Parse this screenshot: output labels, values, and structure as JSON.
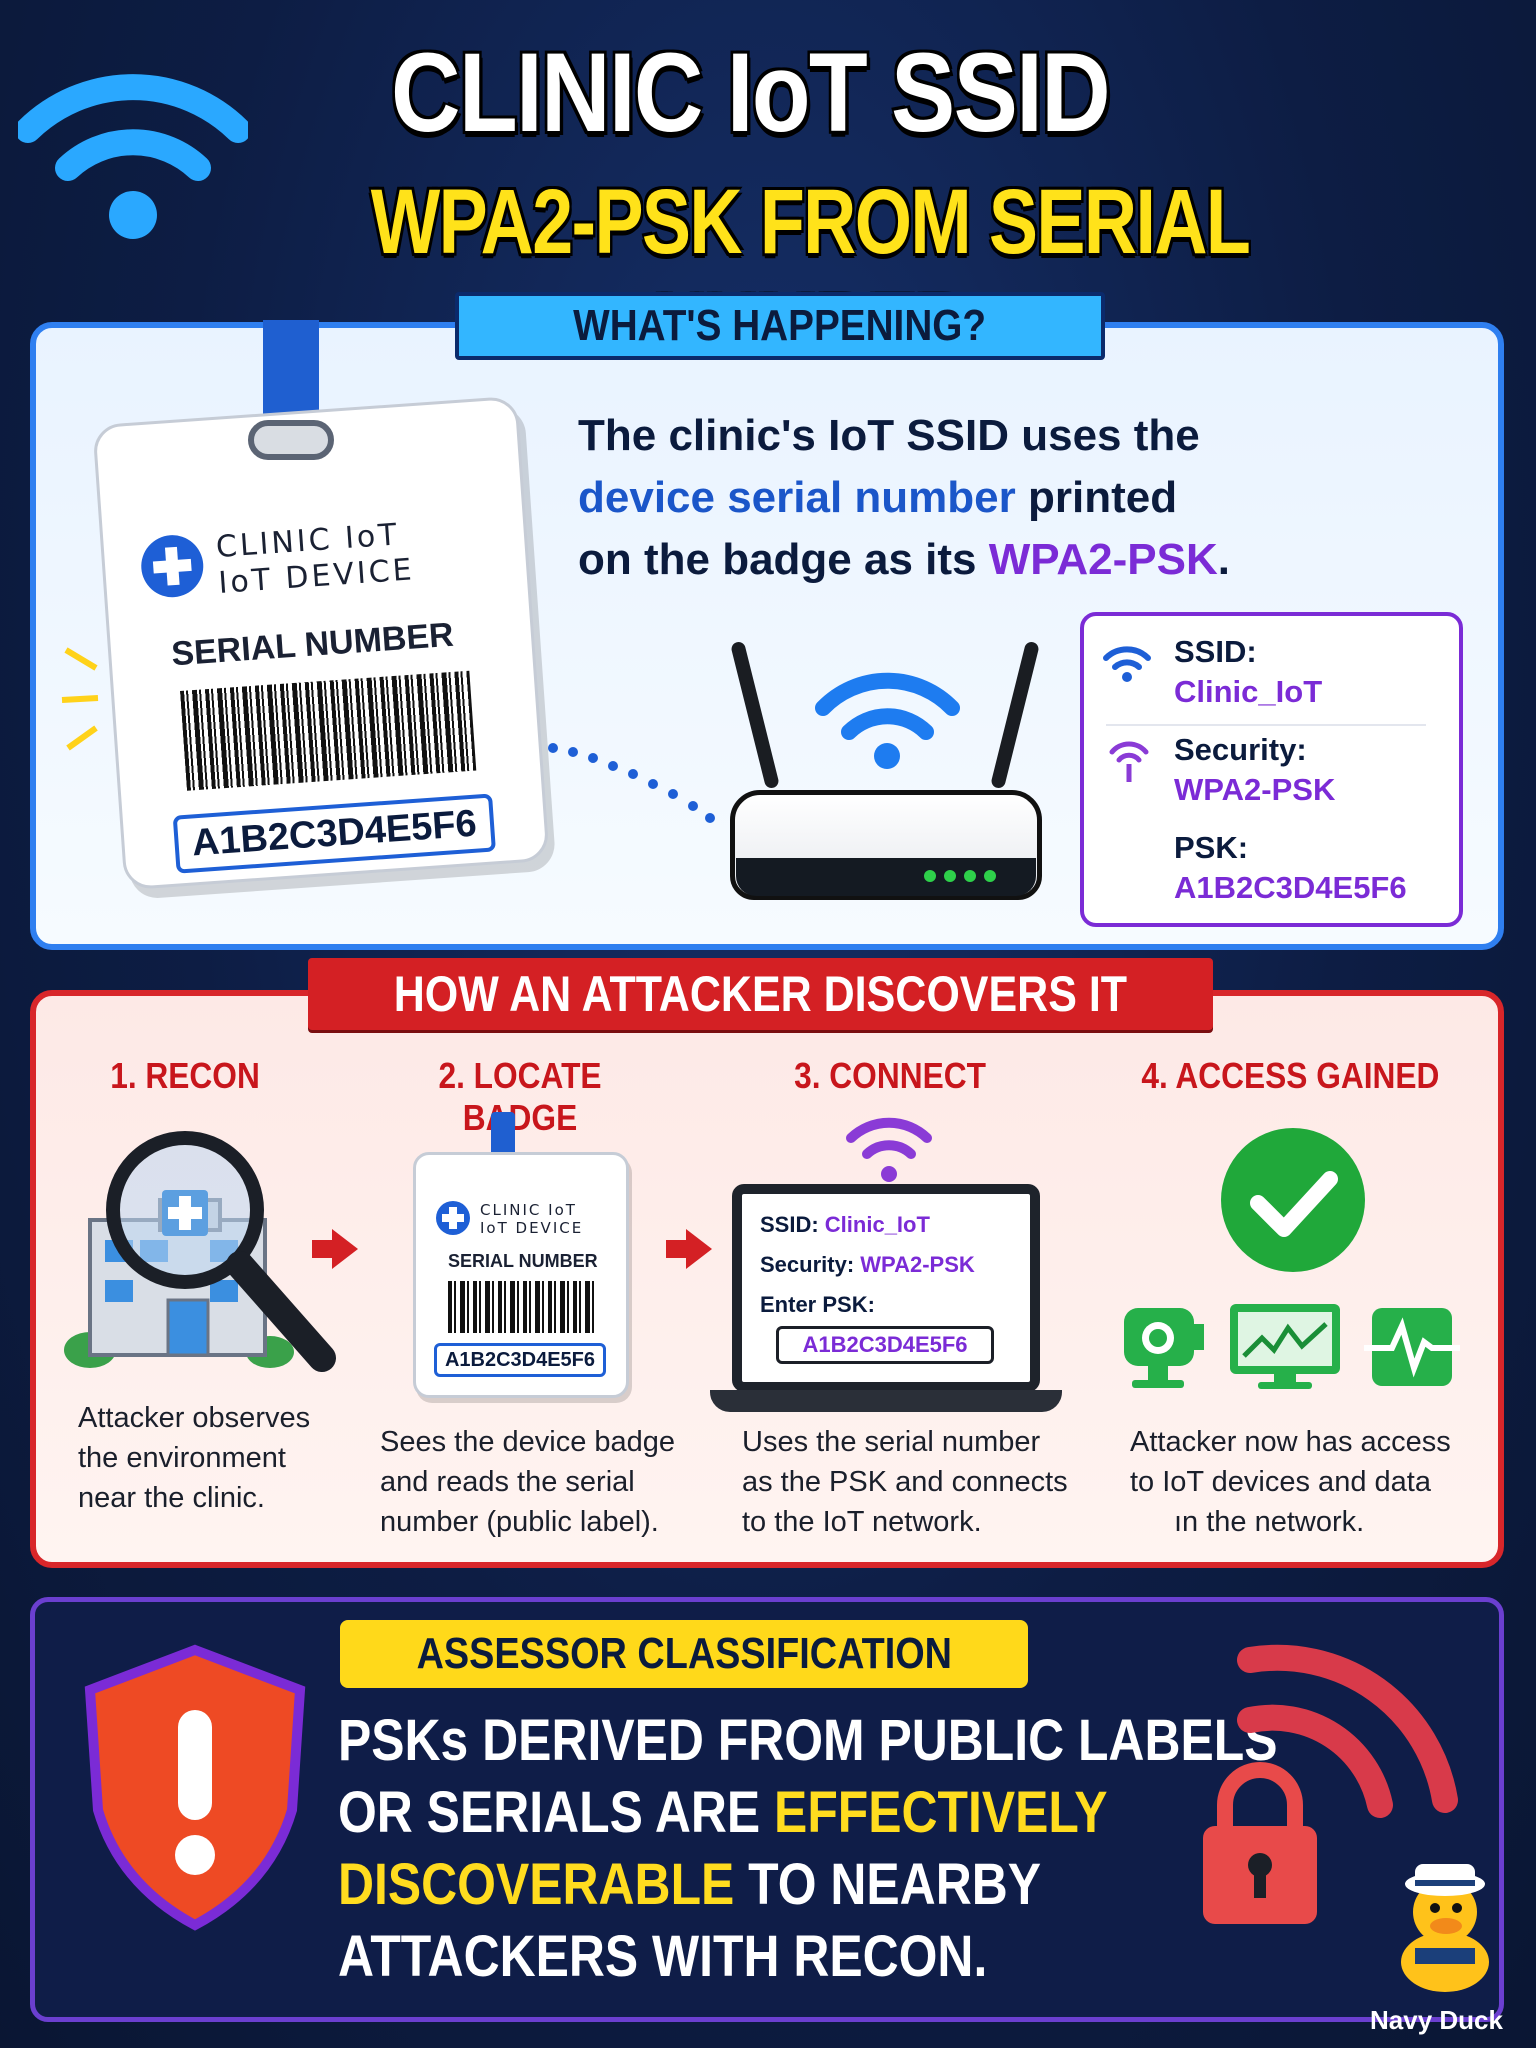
{
  "title": "CLINIC IoT SSID",
  "subtitle": "WPA2-PSK FROM SERIAL NUMBER",
  "what": {
    "banner": "WHAT'S HAPPENING?",
    "desc_1": "The clinic's IoT SSID uses the",
    "desc_2a": "device serial number",
    "desc_2b": " printed",
    "desc_3a": "on the badge as its ",
    "desc_3b": "WPA2-PSK",
    "desc_3c": ".",
    "badge_brand_1": "CLINIC IoT",
    "badge_brand_2": "IoT DEVICE",
    "badge_serial_label": "SERIAL NUMBER",
    "badge_serial": "A1B2C3D4E5F6",
    "ssid_label": "SSID:",
    "ssid_value": "Clinic_IoT",
    "security_label": "Security:",
    "security_value": "WPA2-PSK",
    "psk_label": "PSK:",
    "psk_value": "A1B2C3D4E5F6"
  },
  "attack": {
    "banner": "HOW AN ATTACKER DISCOVERS IT",
    "steps": [
      {
        "title": "1. RECON",
        "desc": [
          "Attacker observes",
          "the environment",
          "near the clinic."
        ]
      },
      {
        "title": "2. LOCATE BADGE",
        "desc": [
          "Sees the device badge",
          "and reads the serial",
          "number (public label)."
        ]
      },
      {
        "title": "3. CONNECT",
        "desc": [
          "Uses the serial number",
          "as the PSK and connects",
          "to the IoT network."
        ]
      },
      {
        "title": "4. ACCESS GAINED",
        "desc": [
          "Attacker now has access",
          "to IoT devices and data",
          "ın the network."
        ]
      }
    ],
    "mini_badge_brand_1": "CLINIC IoT",
    "mini_badge_brand_2": "IoT DEVICE",
    "mini_badge_label": "SERIAL NUMBER",
    "mini_badge_serial": "A1B2C3D4E5F6",
    "laptop_ssid_label": "SSID: ",
    "laptop_ssid": "Clinic_IoT",
    "laptop_security_label": "Security: ",
    "laptop_security": "WPA2-PSK",
    "laptop_psk_label": "Enter PSK:",
    "laptop_psk": "A1B2C3D4E5F6"
  },
  "classification": {
    "label": "ASSESSOR CLASSIFICATION",
    "line1": "PSKs DERIVED FROM PUBLIC LABELS",
    "line2a": "OR SERIALS ARE ",
    "line2b": "EFFECTIVELY",
    "line3a": "DISCOVERABLE",
    "line3b": " TO NEARBY",
    "line4": "ATTACKERS WITH RECON."
  },
  "brand": "Navy Duck",
  "colors": {
    "accent_blue": "#2f7ff0",
    "alert_red": "#d42024",
    "purple": "#7b2bd6",
    "yellow": "#ffdc1f"
  }
}
